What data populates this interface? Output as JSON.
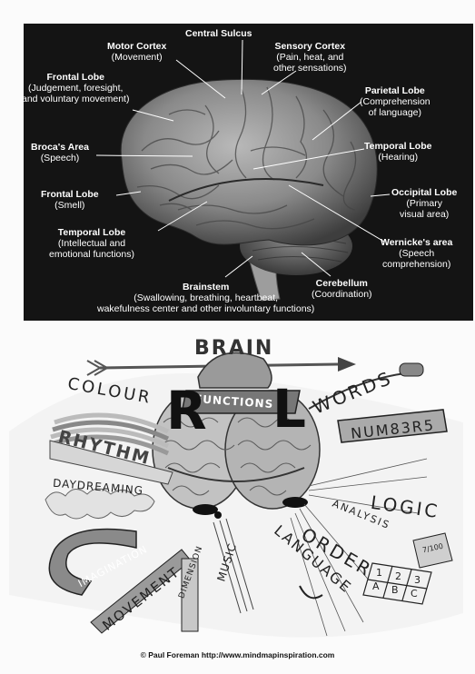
{
  "top_panel": {
    "labels": [
      {
        "key": "central_sulcus",
        "title": "Central Sulcus",
        "sub": []
      },
      {
        "key": "motor_cortex",
        "title": "Motor Cortex",
        "sub": [
          "(Movement)"
        ]
      },
      {
        "key": "sensory_cortex",
        "title": "Sensory Cortex",
        "sub": [
          "(Pain, heat, and",
          "other sensations)"
        ]
      },
      {
        "key": "frontal_lobe_1",
        "title": "Frontal Lobe",
        "sub": [
          "(Judgement, foresight,",
          "and voluntary movement)"
        ]
      },
      {
        "key": "parietal_lobe",
        "title": "Parietal Lobe",
        "sub": [
          "(Comprehension",
          "of language)"
        ]
      },
      {
        "key": "brocas_area",
        "title": "Broca's Area",
        "sub": [
          "(Speech)"
        ]
      },
      {
        "key": "temporal_lobe_right",
        "title": "Temporal Lobe",
        "sub": [
          "(Hearing)"
        ]
      },
      {
        "key": "frontal_lobe_2",
        "title": "Frontal Lobe",
        "sub": [
          "(Smell)"
        ]
      },
      {
        "key": "occipital_lobe",
        "title": "Occipital Lobe",
        "sub": [
          "(Primary",
          "visual area)"
        ]
      },
      {
        "key": "temporal_lobe_left",
        "title": "Temporal Lobe",
        "sub": [
          "(Intellectual and",
          "emotional functions)"
        ]
      },
      {
        "key": "wernickes_area",
        "title": "Wernicke's area",
        "sub": [
          "(Speech",
          "comprehension)"
        ]
      },
      {
        "key": "cerebellum",
        "title": "Cerebellum",
        "sub": [
          "(Coordination)"
        ]
      },
      {
        "key": "brainstem",
        "title": "Brainstem",
        "sub": [
          "(Swallowing, breathing, heartbeat,",
          "wakefulness center and other involuntary functions)"
        ]
      }
    ]
  },
  "mind_map": {
    "title": "BRAIN",
    "banner": "FUNCTIONS",
    "left_letter": "R",
    "right_letter": "L",
    "left_words": [
      "COLOUR",
      "RHYTHM",
      "DAYDREAMING",
      "IMAGINATION",
      "MOVEMENT",
      "DIMENSION",
      "MUSIC"
    ],
    "right_words": [
      "WORDS",
      "NUM83R5",
      "LOGIC",
      "ANALYSIS",
      "ORDER",
      "LANGUAGE"
    ],
    "abc_box": [
      "1",
      "2",
      "3",
      "A",
      "B",
      "C"
    ],
    "fraction": "7/100"
  },
  "caption": "© Paul Foreman http://www.mindmapinspiration.com"
}
